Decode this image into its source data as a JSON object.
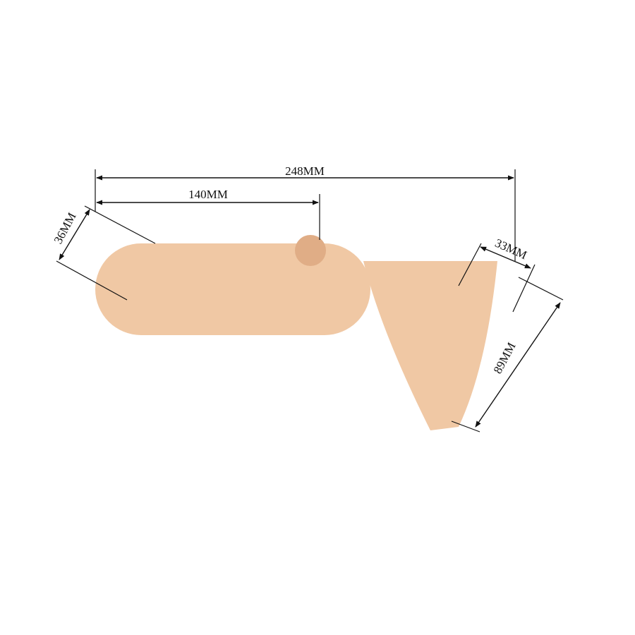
{
  "colors": {
    "background": "#ffffff",
    "product_body": "#f0c8a4",
    "product_shadow": "#e0ad86",
    "dimension_ink": "#111111"
  },
  "dimensions": {
    "overall_length": "248MM",
    "main_shaft_length": "140MM",
    "main_diameter": "36MM",
    "inner_diameter": "33MM",
    "inner_length": "89MM"
  }
}
